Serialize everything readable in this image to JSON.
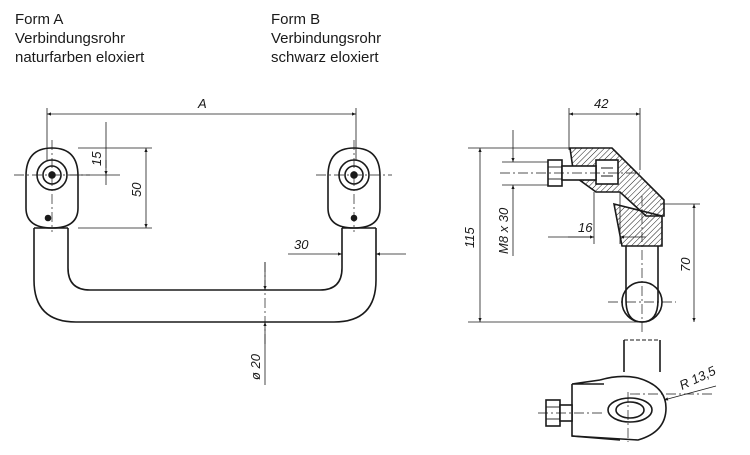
{
  "form_a": {
    "title": "Form A",
    "line1": "Verbindungsrohr",
    "line2": "naturfarben eloxiert"
  },
  "form_b": {
    "title": "Form B",
    "line1": "Verbindungsrohr",
    "line2": "schwarz eloxiert"
  },
  "dimensions": {
    "A": "A",
    "d15": "15",
    "d50": "50",
    "d30": "30",
    "d20": "ø 20",
    "d42": "42",
    "d115": "115",
    "m8": "M8 x 30",
    "d16": "16",
    "d70": "70",
    "r135": "R 13,5"
  }
}
